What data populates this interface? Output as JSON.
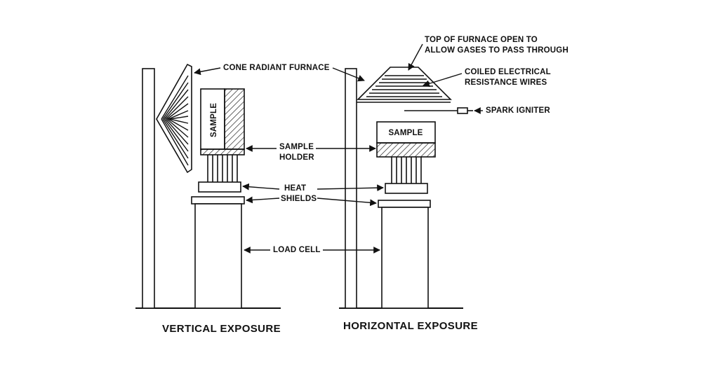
{
  "labels": {
    "cone_radiant_furnace": "CONE RADIANT FURNACE",
    "top_open_1": "TOP OF FURNACE OPEN TO",
    "top_open_2": "ALLOW GASES TO PASS THROUGH",
    "coiled_1": "COILED ELECTRICAL",
    "coiled_2": "RESISTANCE WIRES",
    "spark_igniter": "SPARK IGNITER",
    "sample_vertical": "SAMPLE",
    "sample_horizontal": "SAMPLE",
    "sample_holder_1": "SAMPLE",
    "sample_holder_2": "HOLDER",
    "heat_shields_1": "HEAT",
    "heat_shields_2": "SHIELDS",
    "load_cell": "LOAD CELL"
  },
  "captions": {
    "vertical": "VERTICAL EXPOSURE",
    "horizontal": "HORIZONTAL EXPOSURE"
  },
  "colors": {
    "ink": "#111111",
    "paper": "#ffffff"
  }
}
